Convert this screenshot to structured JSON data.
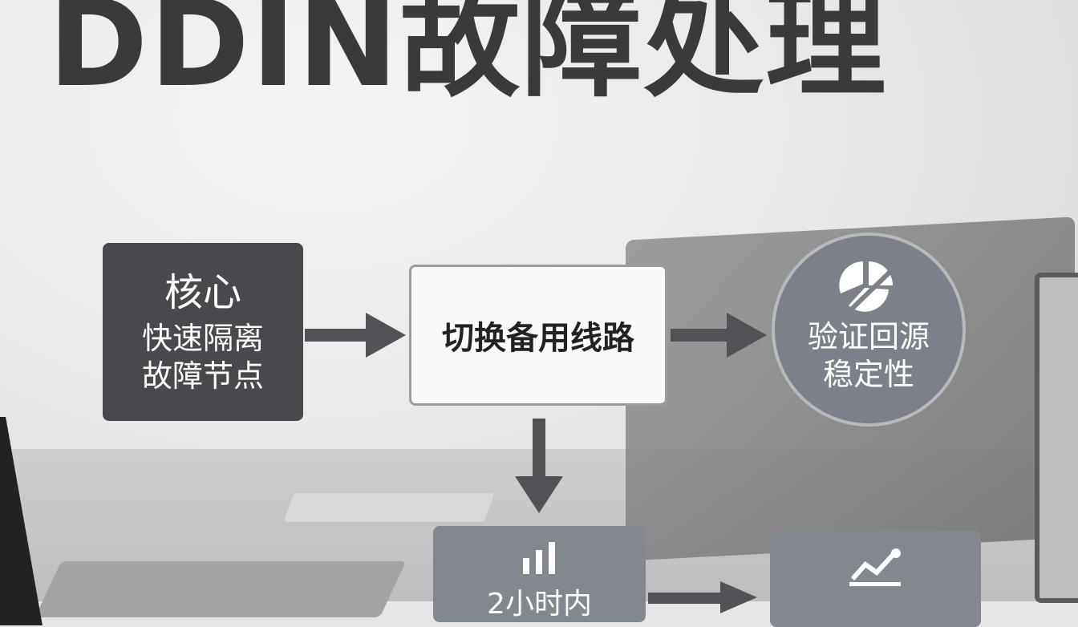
{
  "title": "DDIN故障处理",
  "core": {
    "line1": "核心",
    "line2": "快速隔离",
    "line3": "故障节点"
  },
  "step2": {
    "label": "切换备用线路"
  },
  "step3": {
    "line1": "验证回源",
    "line2": "稳定性"
  },
  "step4": {
    "label": "2小时内"
  },
  "step5": {
    "label": ""
  },
  "icons": {
    "step3": "pie-chart-icon",
    "step4": "bar-chart-icon",
    "step5": "trend-line-icon"
  },
  "colors": {
    "title": "#3a3a3a",
    "core_box": "#47494c",
    "circle": "#7c8088",
    "arrow": "#505256"
  }
}
